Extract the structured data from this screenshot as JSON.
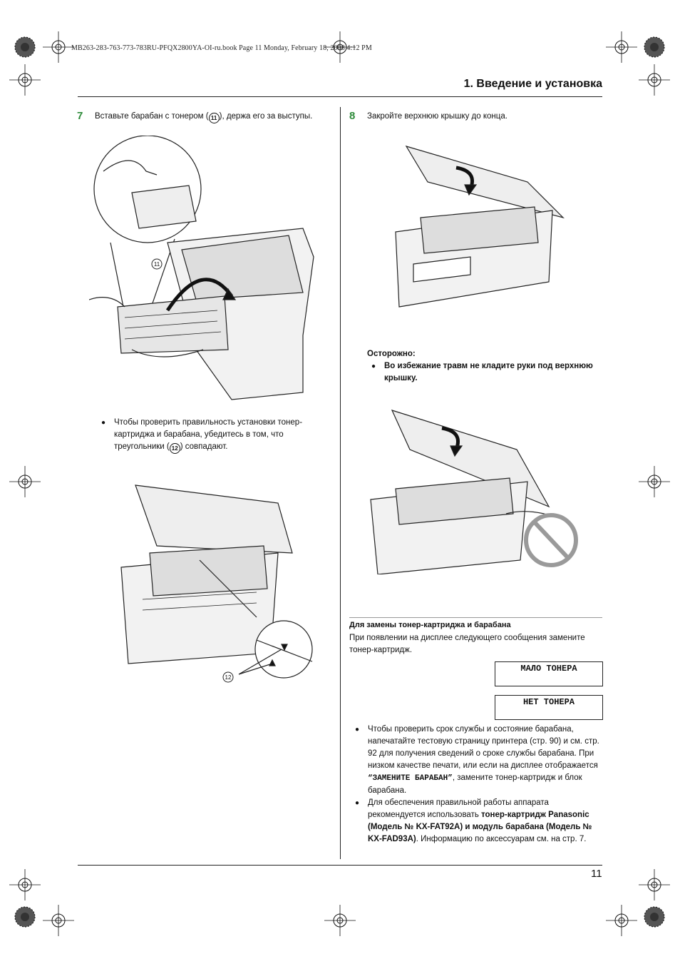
{
  "print_header": "MB263-283-763-773-783RU-PFQX2800YA-OI-ru.book  Page 11  Monday, February 18, 2008  4:12 PM",
  "section_title": "1. Введение и установка",
  "step7": {
    "number": "7",
    "text_before": "Вставьте барабан с тонером (",
    "callout": "11",
    "text_after": "), держа его за выступы.",
    "bullet_before": "Чтобы проверить правильность установки тонер-картриджа и барабана, убедитесь в том, что треугольники (",
    "bullet_callout": "12",
    "bullet_after": ") совпадают."
  },
  "step8": {
    "number": "8",
    "text": "Закройте верхнюю крышку до конца."
  },
  "caution": {
    "title": "Осторожно:",
    "item": "Во избежание травм не кладите руки под верхнюю крышку."
  },
  "replace": {
    "heading": "Для замены тонер-картриджа и барабана",
    "intro": "При появлении на дисплее следующего сообщения замените тонер-картридж.",
    "lcd1": "МАЛО ТОНЕРА",
    "lcd2": "НЕТ ТОНЕРА",
    "bullet1_a": "Чтобы проверить срок службы и состояние барабана, напечатайте тестовую страницу принтера (стр. 90) и см. стр. 92 для получения сведений о сроке службы барабана. При низком качестве печати, или если на дисплее отображается ",
    "bullet1_code": "“ЗАМЕНИТЕ БАРАБАН”",
    "bullet1_b": ", замените тонер-картридж и блок барабана.",
    "bullet2_a": "Для обеспечения правильной работы аппарата рекомендуется использовать ",
    "bullet2_bold": "тонер-картридж Panasonic (Модель № KX-FAT92A) и модуль барабана (Модель № KX-FAD93A)",
    "bullet2_b": ". Информацию по аксессуарам см. на стр. 7."
  },
  "page_number": "11",
  "colors": {
    "step_number": "#2e8b3a",
    "ink": "#111111",
    "prohibit": "#9a9a9a"
  },
  "icons": [
    "registration-mark-icon",
    "prohibit-icon",
    "rotate-arrow-icon"
  ]
}
